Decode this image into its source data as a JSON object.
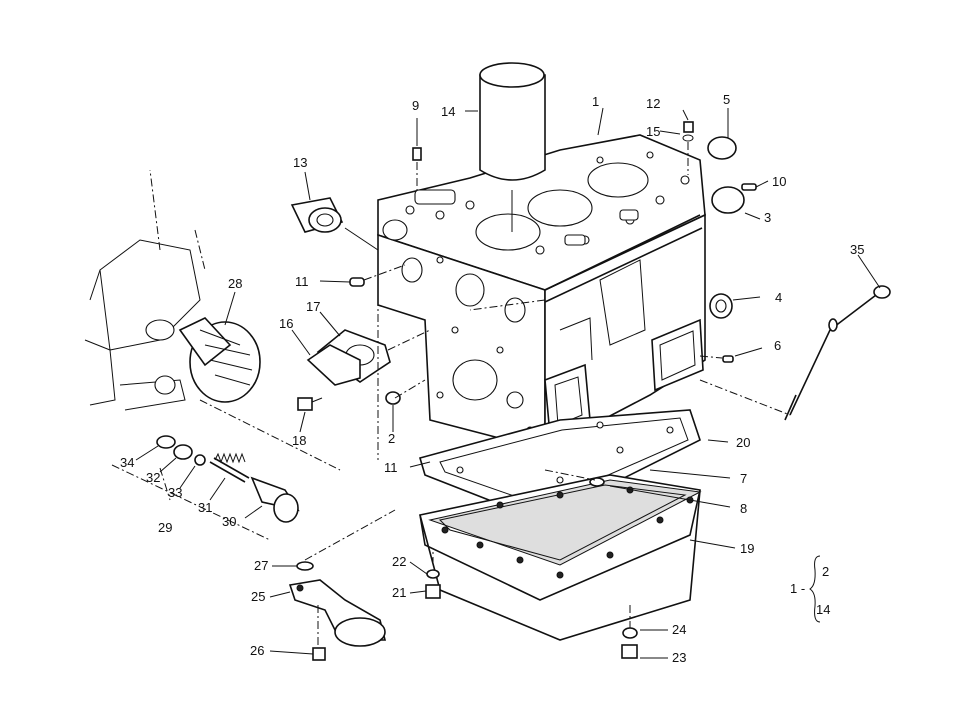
{
  "diagram": {
    "callouts": {
      "c1": "1",
      "c2a": "2",
      "c3": "3",
      "c4": "4",
      "c5": "5",
      "c6": "6",
      "c7": "7",
      "c8": "8",
      "c9": "9",
      "c10": "10",
      "c11a": "11",
      "c11b": "11",
      "c12": "12",
      "c13": "13",
      "c14": "14",
      "c15": "15",
      "c16": "16",
      "c17": "17",
      "c18": "18",
      "c19": "19",
      "c20": "20",
      "c21": "21",
      "c22": "22",
      "c23": "23",
      "c24": "24",
      "c25": "25",
      "c26": "26",
      "c27": "27",
      "c28": "28",
      "c29": "29",
      "c30": "30",
      "c31": "31",
      "c32": "32",
      "c33": "33",
      "c34": "34",
      "c35": "35"
    },
    "legend": {
      "parent": "1 -",
      "child_top": "2",
      "child_bottom": "14"
    }
  }
}
